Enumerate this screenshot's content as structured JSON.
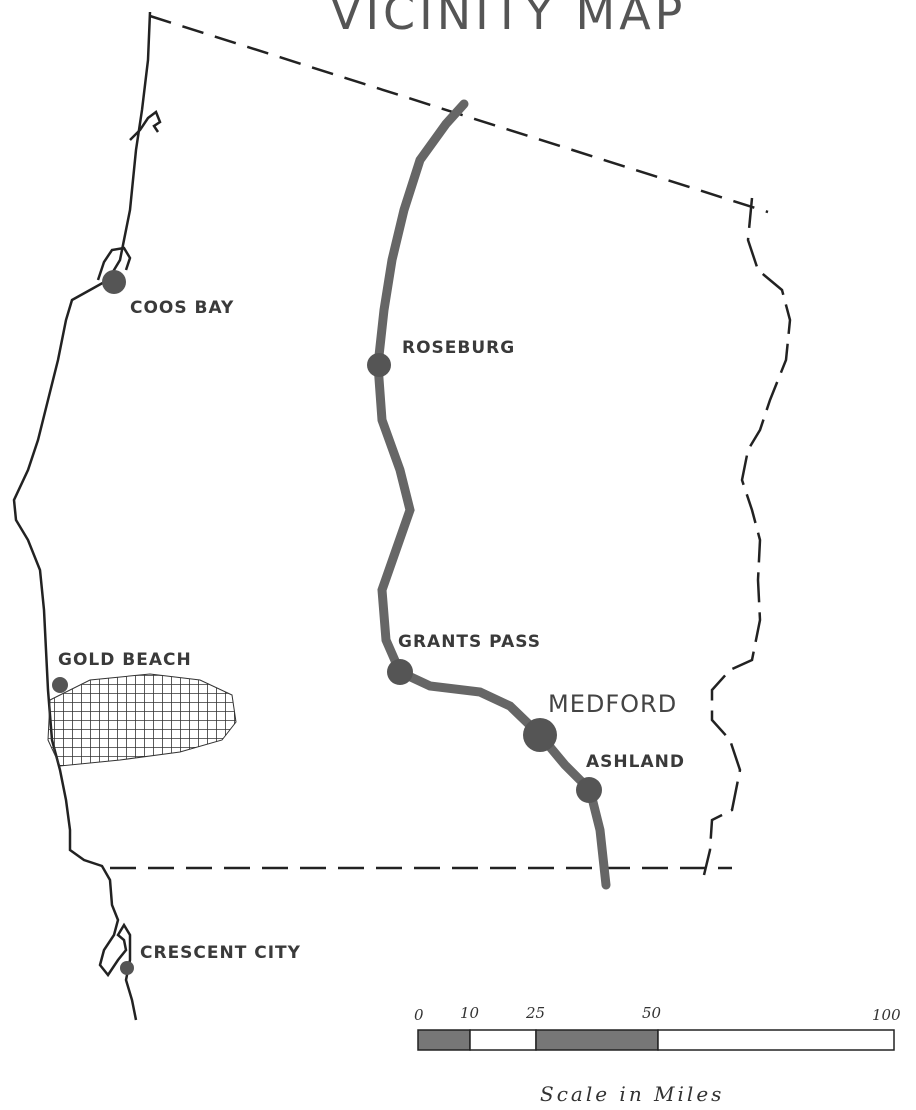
{
  "map": {
    "title": "VICINITY MAP",
    "cities": {
      "coos_bay": "COOS BAY",
      "roseburg": "ROSEBURG",
      "grants_pass": "GRANTS PASS",
      "medford": "MEDFORD",
      "ashland": "ASHLAND",
      "gold_beach": "GOLD BEACH",
      "crescent_city": "CRESCENT CITY"
    },
    "scale": {
      "title": "Scale in Miles",
      "ticks": [
        "0",
        "10",
        "25",
        "50",
        "100"
      ]
    },
    "colors": {
      "ink": "#222222",
      "highway": "#666666",
      "city_marker": "#555555",
      "scale_fill": "#777777"
    }
  }
}
